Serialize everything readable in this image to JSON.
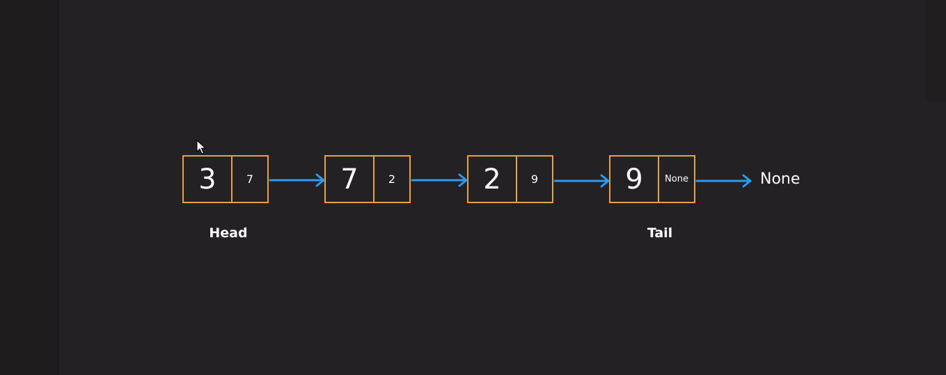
{
  "nodes": [
    {
      "value": "3",
      "next": "7"
    },
    {
      "value": "7",
      "next": "2"
    },
    {
      "value": "2",
      "next": "9"
    },
    {
      "value": "9",
      "next": "None"
    }
  ],
  "terminal": "None",
  "labels": {
    "head": "Head",
    "tail": "Tail"
  },
  "colors": {
    "background": "#232124",
    "node_border": "#e9a33a",
    "arrow": "#2b9af3",
    "text": "#ffffff"
  },
  "icons": {
    "cursor": "mouse-pointer-icon"
  }
}
